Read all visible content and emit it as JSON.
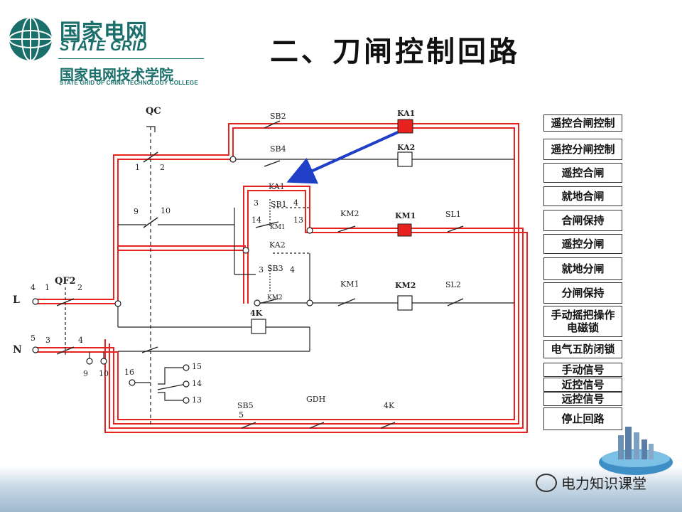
{
  "header": {
    "logo_cn": "国家电网",
    "logo_en": "STATE GRID",
    "college_cn": "国家电网技术学院",
    "college_en": "STATE GRID OF CHINA TECHNOLOGY COLLEGE",
    "title": "二、刀闸控制回路"
  },
  "diagram": {
    "rails": {
      "L": "L",
      "N": "N"
    },
    "labels": {
      "qc": "QC",
      "qf2": "QF2",
      "sb2": "SB2",
      "sb4": "SB4",
      "sb1": "SB1",
      "sb3": "SB3",
      "sb5": "SB5",
      "ka1_coil": "KA1",
      "ka2_coil": "KA2",
      "ka1_contact": "KA1",
      "ka2_contact": "KA2",
      "km1_coil": "KM1",
      "km2_coil": "KM2",
      "km2_nc": "KM2",
      "km1_nc": "KM1",
      "km1_aux": "KM1",
      "km2_aux": "KM2",
      "sl1": "SL1",
      "sl2": "SL2",
      "k4_coil": "4K",
      "gdh": "GDH",
      "k4_contact": "4K",
      "n1": "1",
      "n2": "2",
      "n9": "9",
      "n10": "10",
      "qf_4": "4",
      "qf_1": "1",
      "qf_2": "2",
      "qf_5": "5",
      "qf_3": "3",
      "qf_4b": "4",
      "t9": "9",
      "t10": "10",
      "sb1_3": "3",
      "sb1_4": "4",
      "sb1_14": "14",
      "sb1_13": "13",
      "sb3_3": "3",
      "sb3_4": "4",
      "n16": "16",
      "n15": "15",
      "n14": "14",
      "n13": "13",
      "sb5_5": "5"
    }
  },
  "legend": [
    "遥控合闸控制",
    "遥控分闸控制",
    "遥控合闸",
    "就地合闸",
    "合闸保持",
    "遥控分闸",
    "就地分闸",
    "分闸保持",
    "手动摇把操作\n电磁锁",
    "电气五防闭锁",
    "手动信号",
    "近控信号",
    "远控信号",
    "停止回路"
  ],
  "footer": {
    "watermark": "电力知识课堂"
  },
  "colors": {
    "highlight": "#e8231f",
    "wire": "#222222",
    "arrow": "#1f3fc6",
    "brand": "#1a6f6a"
  }
}
